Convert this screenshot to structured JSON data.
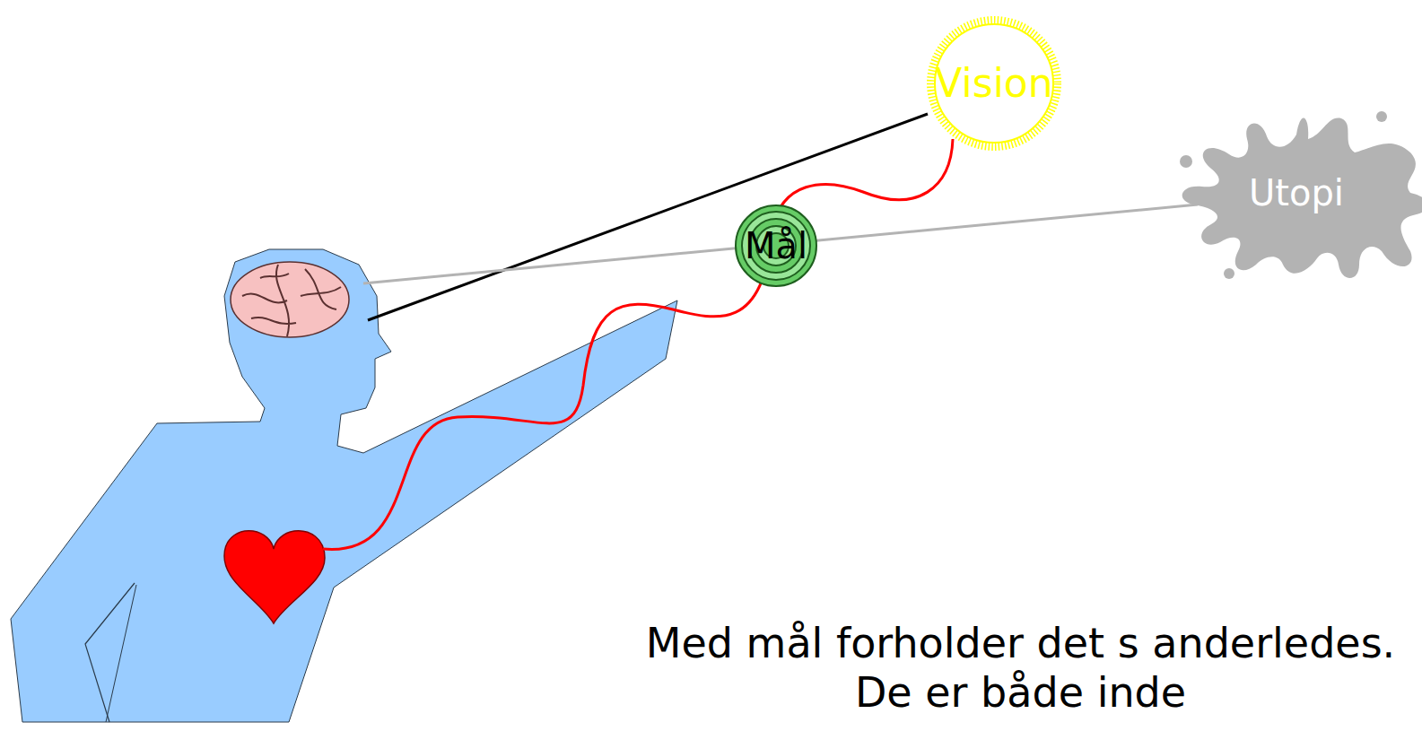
{
  "diagram": {
    "nodes": [
      {
        "text": [
          "Vision"
        ]
      },
      {
        "text": [
          "Mål"
        ]
      },
      {
        "text": [
          "Utopi"
        ]
      }
    ],
    "labels": [
      "Med mål forholder det s anderledes. De er både inde"
    ]
  }
}
